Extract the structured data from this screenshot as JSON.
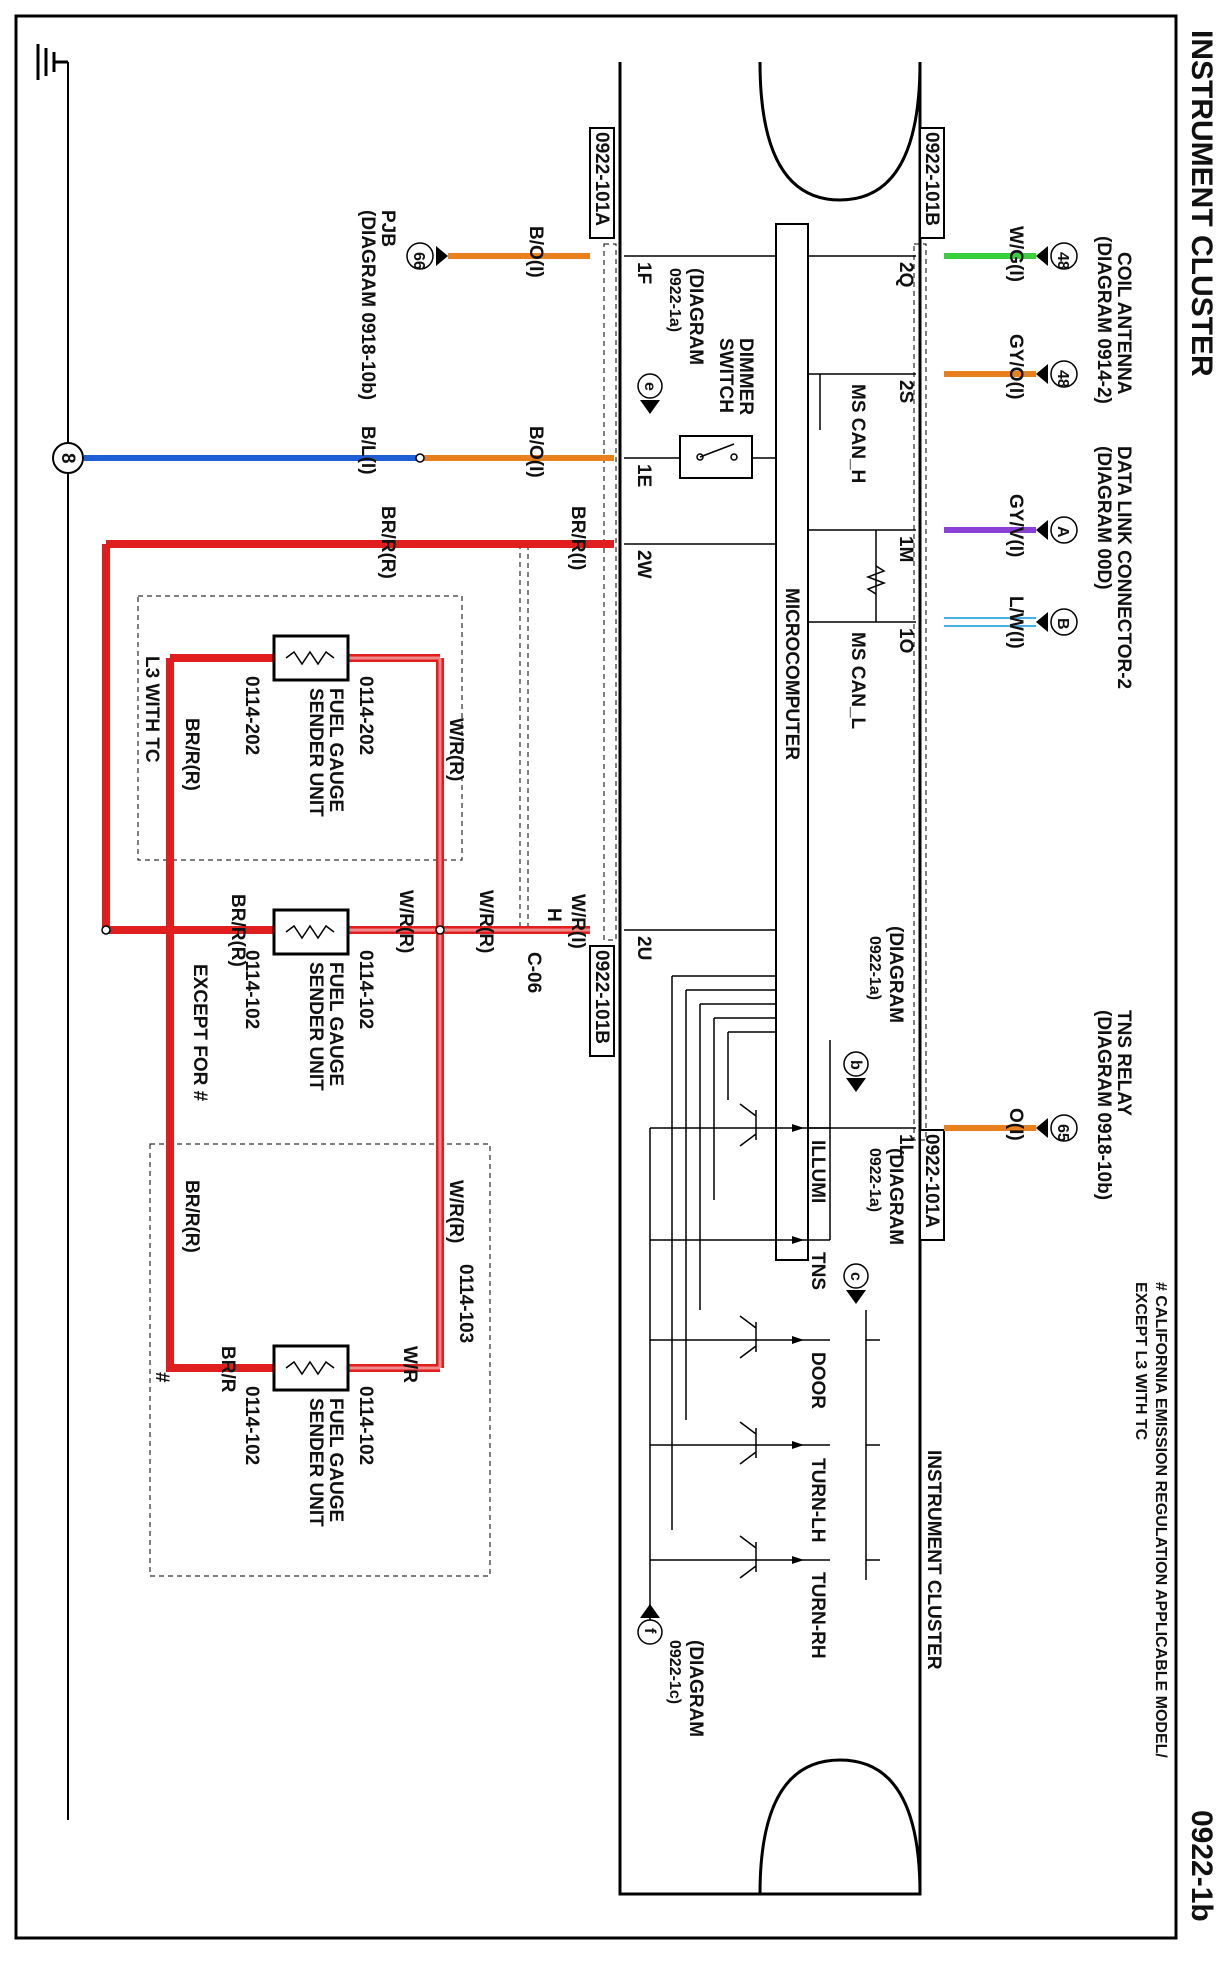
{
  "header": {
    "title": "INSTRUMENT CLUSTER",
    "page_code": "0922-1b",
    "footnote_line1": "# CALIFORNIA EMISSION REGULATION APPLICABLE MODEL/",
    "footnote_line2": "EXCEPT L3 WITH TC"
  },
  "cluster": {
    "title": "INSTRUMENT CLUSTER",
    "microcomputer": "MICROCOMPUTER",
    "dimmer_switch_1": "DIMMER",
    "dimmer_switch_2": "SWITCH",
    "ms_can_h": "MS CAN_H",
    "ms_can_l": "MS CAN_L",
    "diag_a_1": "(DIAGRAM",
    "diag_a_2": "0922-1a)",
    "diag_b_1": "(DIAGRAM",
    "diag_b_2": "0922-1a)",
    "diag_c_1": "(DIAGRAM",
    "diag_c_2": "0922-1a)",
    "diag_d_1": "(DIAGRAM",
    "diag_d_2": "0922-1c)",
    "illumi": "ILLUMI",
    "tns": "TNS",
    "door": "DOOR",
    "turn_lh": "TURN-LH",
    "turn_rh": "TURN-RH"
  },
  "pins": {
    "p2Q": "2Q",
    "p2S": "2S",
    "p1M": "1M",
    "p1O": "1O",
    "p1L": "1L",
    "p1F": "1F",
    "p1E": "1E",
    "p2W": "2W",
    "p2U": "2U"
  },
  "connectors": {
    "c101B_top": "0922-101B",
    "c101A_top": "0922-101A",
    "c101A_right": "0922-101A",
    "c101B_bottom": "0922-101B",
    "c202a": "0114-202",
    "c202b": "0114-202",
    "c102a": "0114-102",
    "c102b": "0114-102",
    "c102c": "0114-102",
    "c102d": "0114-102",
    "c103": "0114-103"
  },
  "external": {
    "coil_antenna_1": "COIL ANTENNA",
    "coil_antenna_2": "(DIAGRAM 0914-2)",
    "dlc_1": "DATA LINK CONNECTOR-2",
    "dlc_2": "(DIAGRAM 00D)",
    "tns_relay_1": "TNS RELAY",
    "tns_relay_2": "(DIAGRAM 0918-10b)",
    "pjb_1": "PJB",
    "pjb_2": "(DIAGRAM 0918-10b)",
    "fuel_gauge_1": "FUEL GAUGE",
    "fuel_gauge_2": "SENDER UNIT",
    "l3_with_tc": "L3 WITH TC",
    "except_for": "EXCEPT FOR #",
    "hash_mark": "#",
    "c06_h": "H",
    "c06": "C-06"
  },
  "badges": {
    "b48a": "48",
    "b48b": "48",
    "bA": "A",
    "bB": "B",
    "b65": "65",
    "b66": "66",
    "b8": "8",
    "be": "e",
    "bb": "b",
    "bc": "c",
    "bf": "f"
  },
  "wires": {
    "wg": "W/G(I)",
    "gyo": "GY/O(I)",
    "gyv": "GY/V(I)",
    "lw": "L/W(I)",
    "o": "O(I)",
    "bo1": "B/O(I)",
    "bo2": "B/O(I)",
    "bl": "B/L(I)",
    "brr_i": "BR/R(I)",
    "brr_r1": "BR/R(R)",
    "wi": "W/R(I)",
    "wr1": "W/R(R)",
    "wr2": "W/R(R)",
    "wr3": "W/R(R)",
    "wr4": "W/R(R)",
    "wr": "W/R",
    "brr_r2": "BR/R(R)",
    "brr_r3": "BR/R(R)",
    "brr_r4": "BR/R(R)",
    "brr": "BR/R"
  },
  "colors": {
    "green": "#3ccf3c",
    "orange": "#e8801e",
    "purple": "#8a3fd6",
    "light_blue": "#4aaee8",
    "blue": "#1f5fd6",
    "red": "#e01e1e",
    "light_red": "#f08a8a"
  }
}
